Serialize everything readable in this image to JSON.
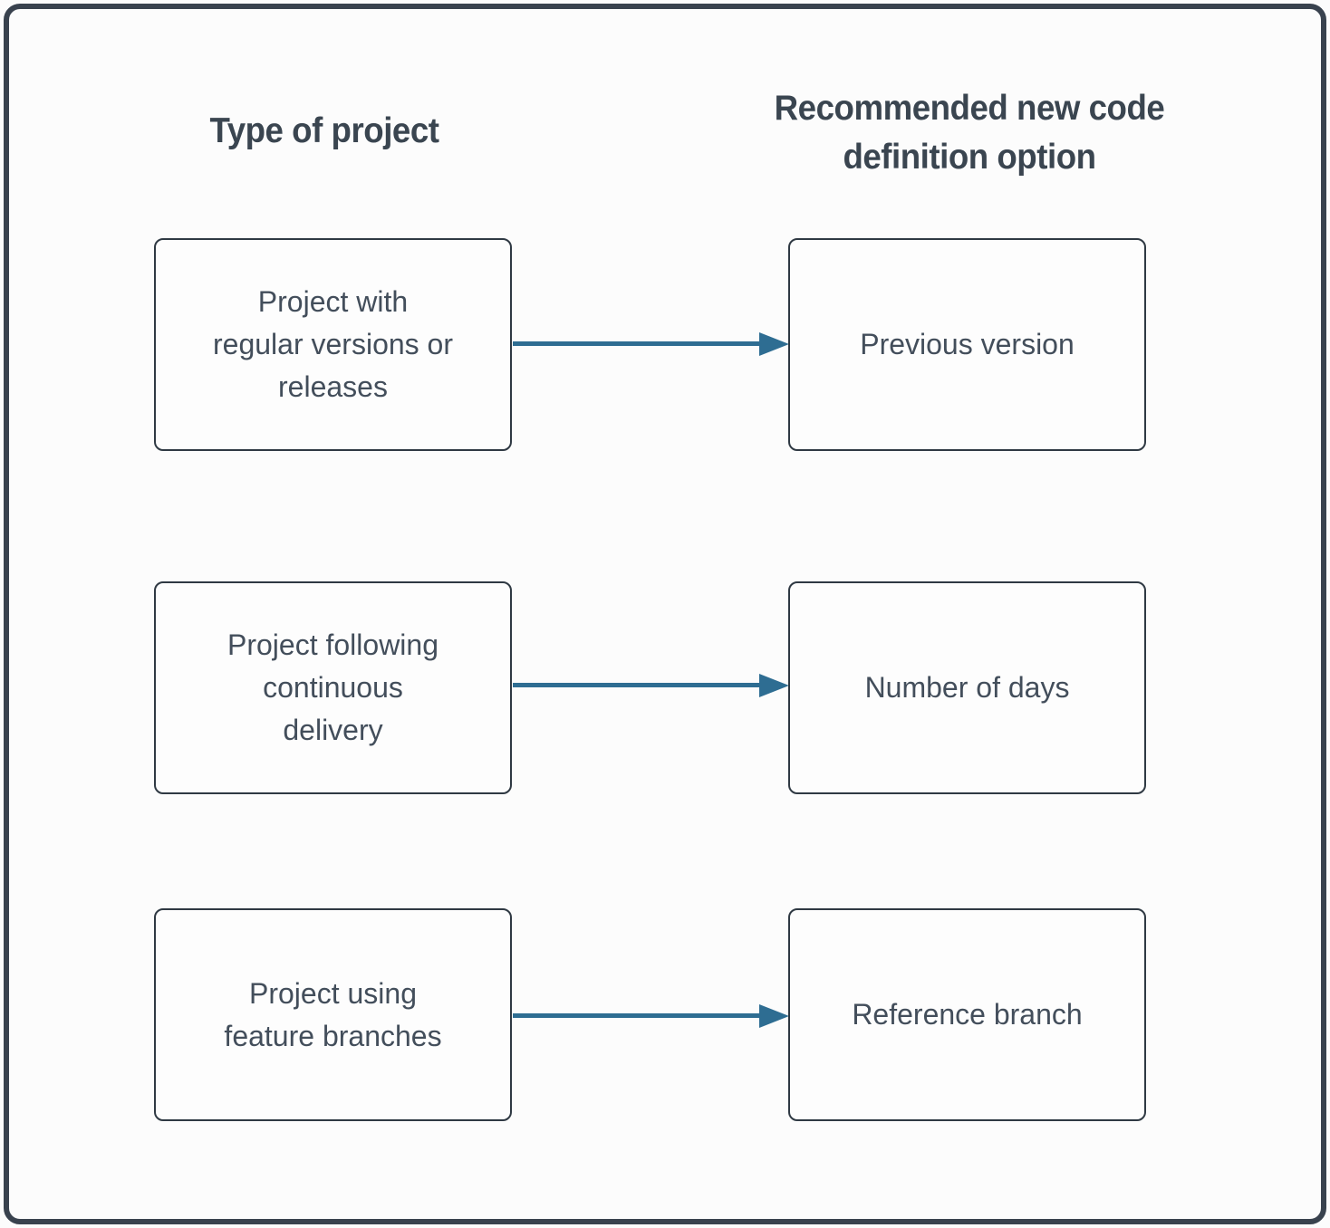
{
  "headers": {
    "left": "Type of project",
    "right": "Recommended new code\ndefinition option"
  },
  "rows": [
    {
      "type": "Project with\nregular versions or\nreleases",
      "recommendation": "Previous version"
    },
    {
      "type": "Project following\ncontinuous\ndelivery",
      "recommendation": "Number of days"
    },
    {
      "type": "Project using\nfeature branches",
      "recommendation": "Reference branch"
    }
  ],
  "icons": {
    "connector": "arrow-right"
  },
  "colors": {
    "background": "#fcfcfc",
    "frame_border": "#39424e",
    "box_border": "#2f3943",
    "box_fill": "#fdfdfd",
    "heading_text": "#3a4550",
    "box_text": "#434e5b",
    "arrow": "#2e6d92"
  }
}
